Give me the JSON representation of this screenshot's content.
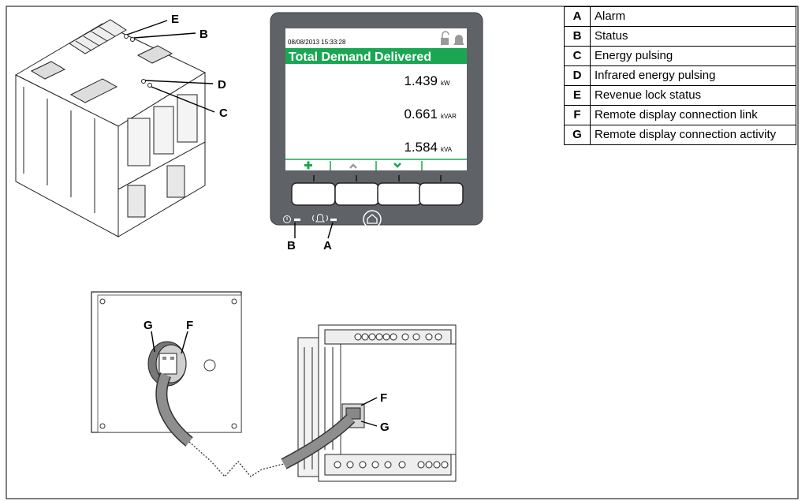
{
  "callouts": {
    "meter_top": {
      "E": "E",
      "B": "B",
      "D": "D",
      "C": "C"
    },
    "display": {
      "B": "B",
      "A": "A"
    },
    "remote_display": {
      "G": "G",
      "F": "F"
    },
    "meter_side": {
      "F": "F",
      "G": "G"
    }
  },
  "display_screen": {
    "datetime": "08/08/2013 15:33:28",
    "title": "Total Demand Delivered",
    "readings": [
      {
        "value": "1.439",
        "unit": "kW"
      },
      {
        "value": "0.661",
        "unit": "kVAR"
      },
      {
        "value": "1.584",
        "unit": "kVA"
      }
    ],
    "softkeys": [
      "plus-icon",
      "chevron-up-icon",
      "chevron-down-icon",
      ""
    ],
    "colors": {
      "title_bar": "#1aa653",
      "bezel": "#5f6266",
      "softkey_divider": "#1aa653"
    }
  },
  "legend": [
    {
      "letter": "A",
      "label": "Alarm"
    },
    {
      "letter": "B",
      "label": "Status"
    },
    {
      "letter": "C",
      "label": "Energy pulsing"
    },
    {
      "letter": "D",
      "label": "Infrared energy pulsing"
    },
    {
      "letter": "E",
      "label": "Revenue lock status"
    },
    {
      "letter": "F",
      "label": "Remote display connection link"
    },
    {
      "letter": "G",
      "label": "Remote display connection activity"
    }
  ]
}
